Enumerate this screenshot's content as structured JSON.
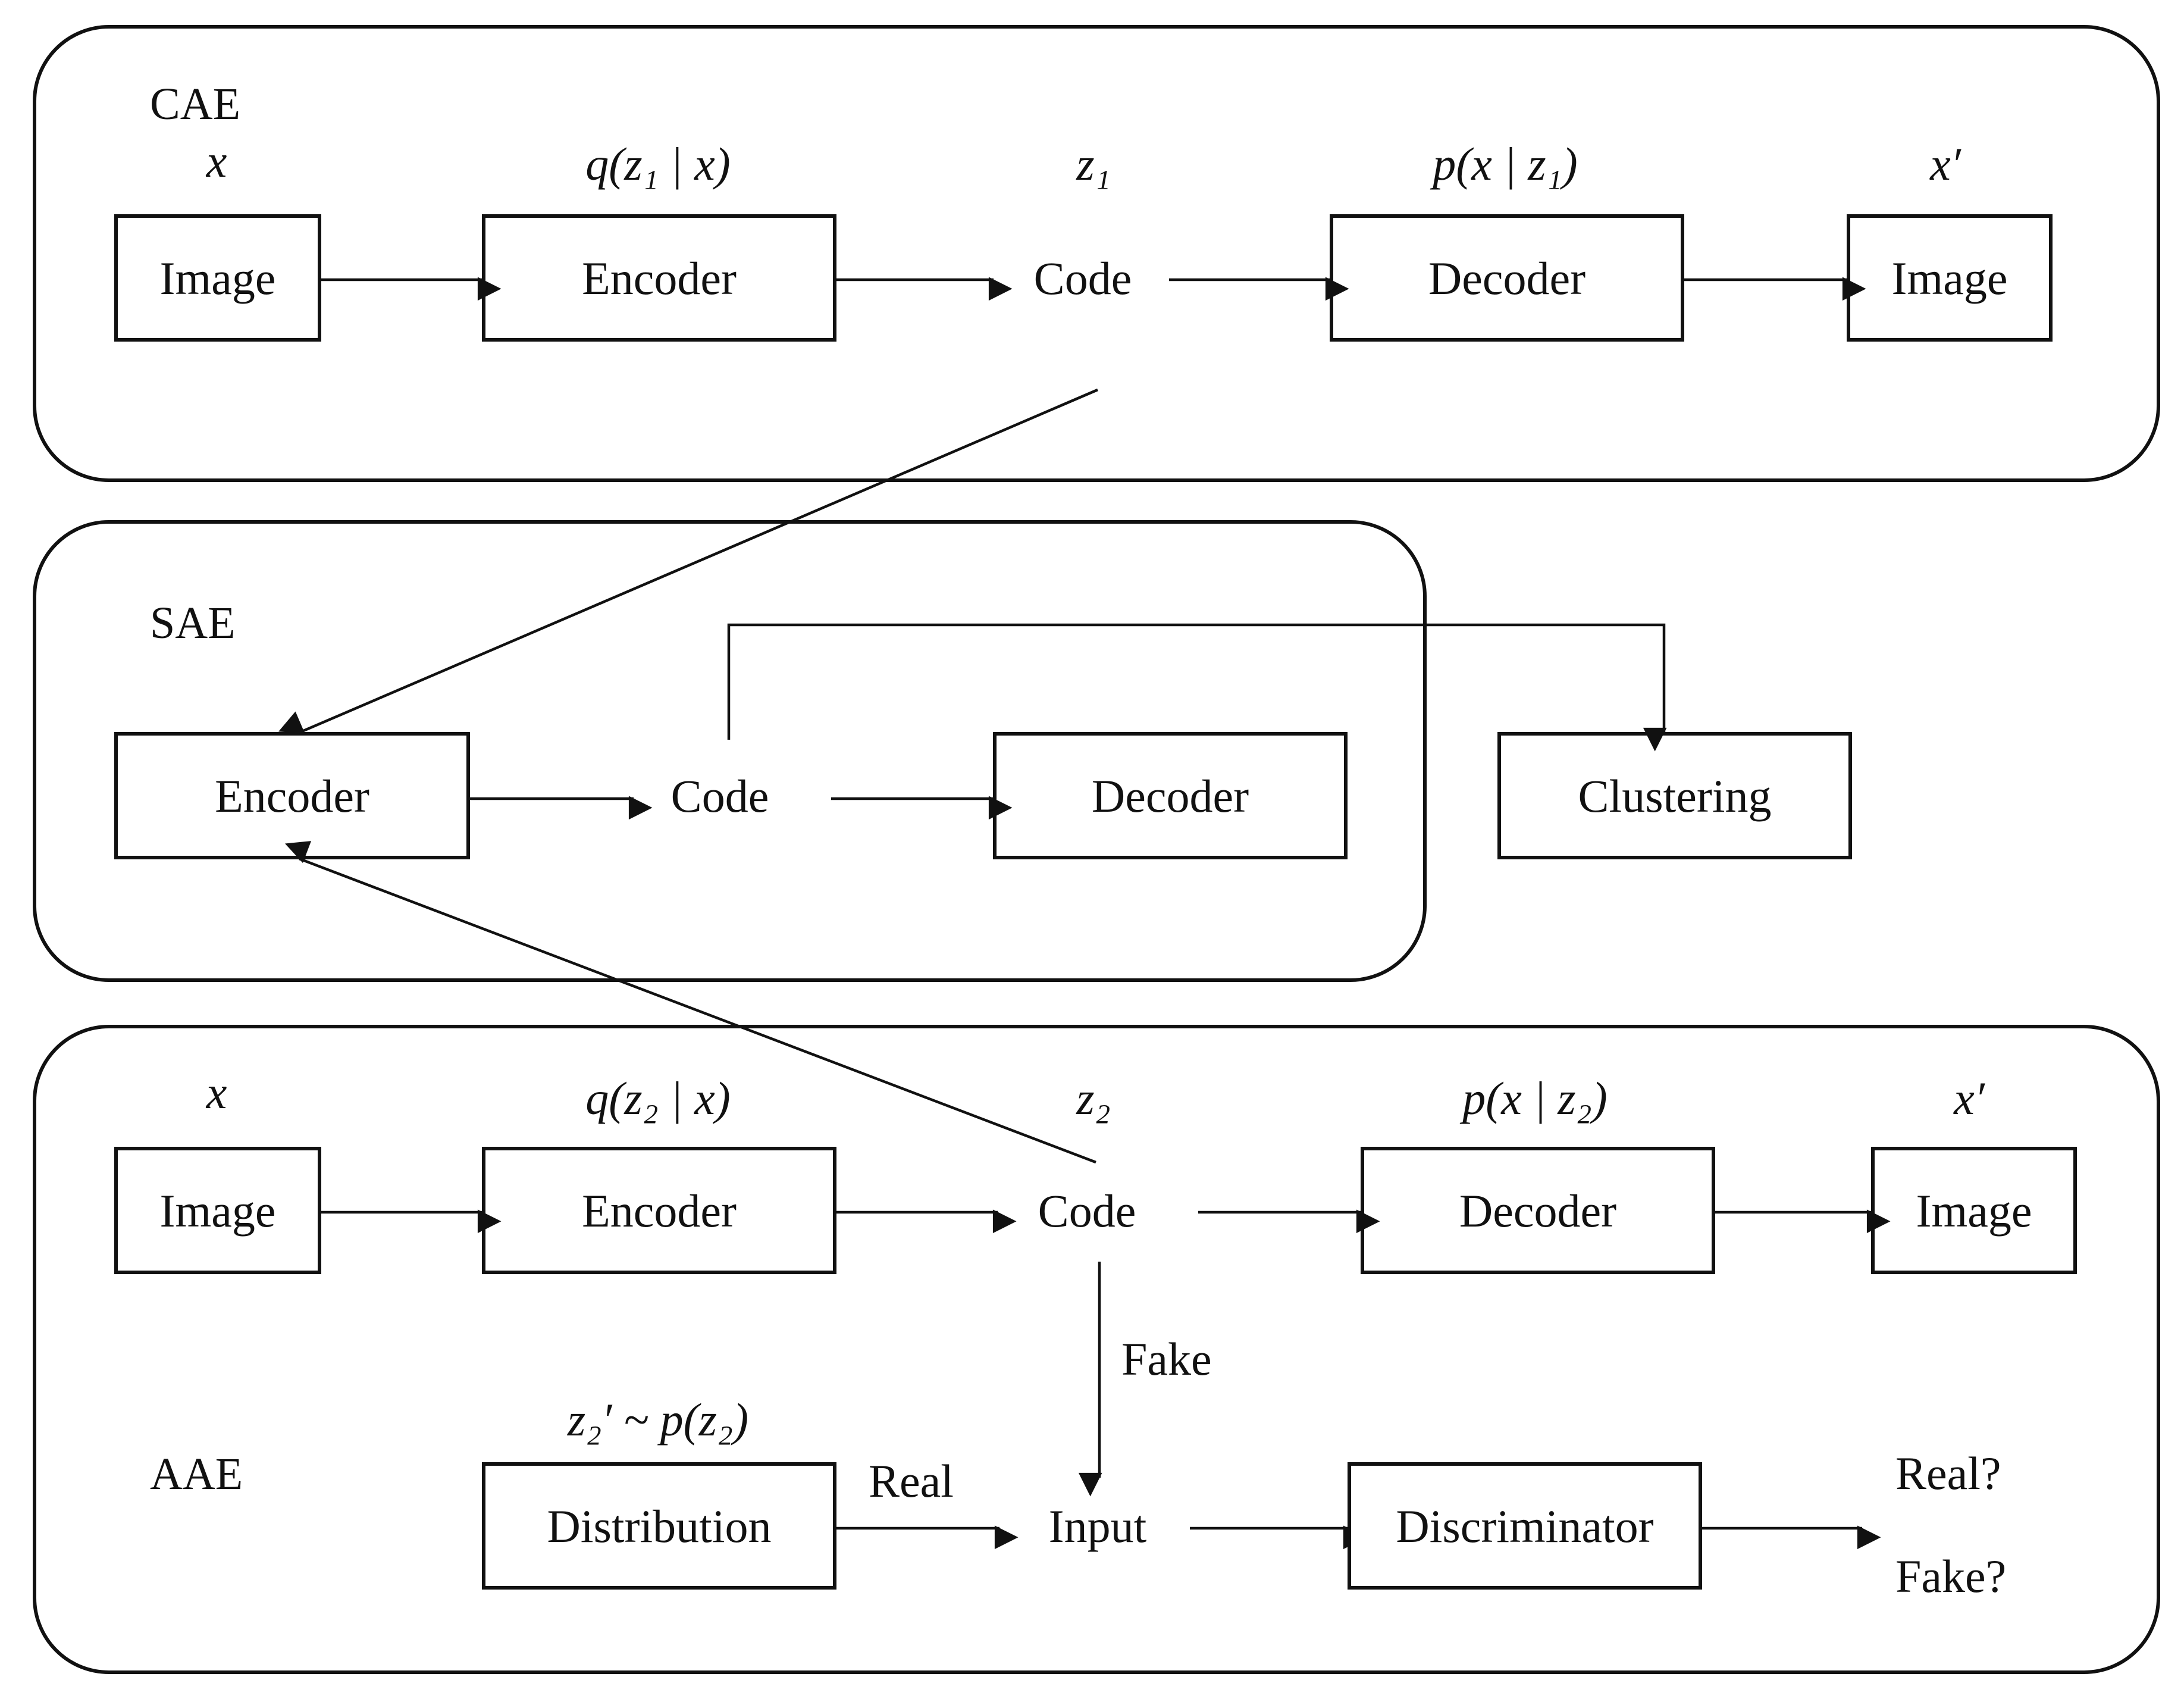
{
  "cae": {
    "title": "CAE",
    "var_x": "x",
    "var_q": "q(z₁ | x)",
    "var_z": "z₁",
    "var_p": "p(x | z₁)",
    "var_xp": "x′",
    "image_in": "Image",
    "encoder": "Encoder",
    "code": "Code",
    "decoder": "Decoder",
    "image_out": "Image"
  },
  "sae": {
    "title": "SAE",
    "encoder": "Encoder",
    "code": "Code",
    "decoder": "Decoder",
    "clustering": "Clustering"
  },
  "aae": {
    "title": "AAE",
    "var_x": "x",
    "var_q": "q(z₂ | x)",
    "var_z": "z₂",
    "var_p": "p(x | z₂)",
    "var_xp": "x′",
    "var_prior": "z₂′ ~ p(z₂)",
    "image_in": "Image",
    "encoder": "Encoder",
    "code": "Code",
    "decoder": "Decoder",
    "image_out": "Image",
    "fake_label": "Fake",
    "distribution": "Distribution",
    "real_label": "Real",
    "input": "Input",
    "discriminator": "Discriminator",
    "real_q": "Real?",
    "fake_q": "Fake?"
  },
  "colors": {
    "line": "#111111",
    "background": "#ffffff"
  }
}
